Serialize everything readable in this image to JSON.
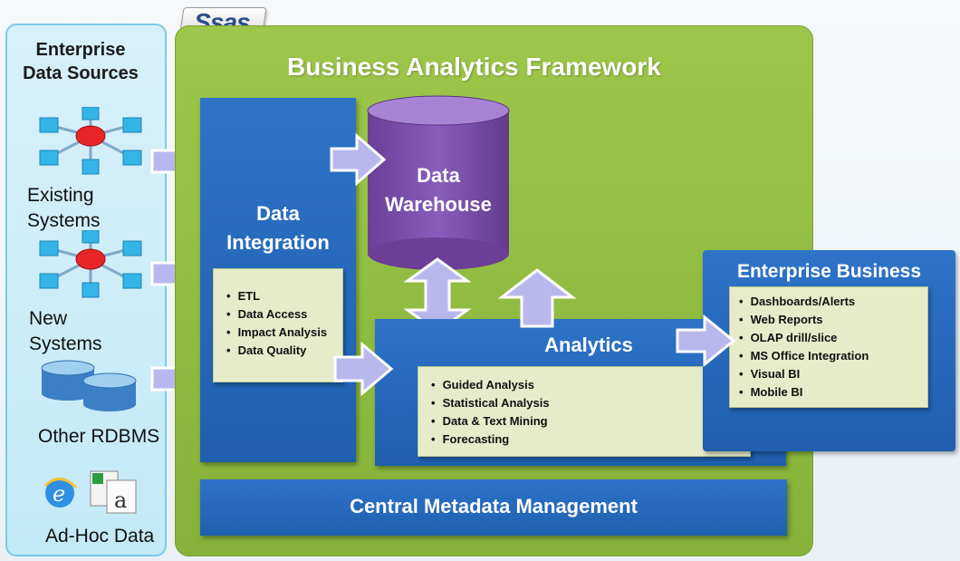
{
  "logo": {
    "text": "Ssas"
  },
  "framework": {
    "title": "Business Analytics Framework"
  },
  "sources": {
    "title_line1": "Enterprise",
    "title_line2": "Data Sources",
    "existing_line1": "Existing",
    "existing_line2": "Systems",
    "new_line1": "New",
    "new_line2": "Systems",
    "other": "Other RDBMS",
    "adhoc": "Ad-Hoc Data"
  },
  "integration": {
    "title_line1": "Data",
    "title_line2": "Integration",
    "items": [
      "ETL",
      "Data Access",
      "Impact Analysis",
      "Data Quality"
    ]
  },
  "warehouse": {
    "line1": "Data",
    "line2": "Warehouse"
  },
  "analytics": {
    "title": "Analytics",
    "items": [
      "Guided Analysis",
      "Statistical Analysis",
      "Data  & Text Mining",
      "Forecasting"
    ]
  },
  "enterprise": {
    "title": "Enterprise Business",
    "items": [
      "Dashboards/Alerts",
      "Web Reports",
      "OLAP drill/slice",
      "MS Office Integration",
      "Visual BI",
      "Mobile BI"
    ]
  },
  "metadata": {
    "title": "Central Metadata Management"
  },
  "colors": {
    "framework_green": "#8fbb3f",
    "box_blue": "#2567ba",
    "warehouse_purple": "#7a4fa3",
    "arrow_lavender": "#b3b3ea",
    "sources_panel": "#cdeef9"
  }
}
